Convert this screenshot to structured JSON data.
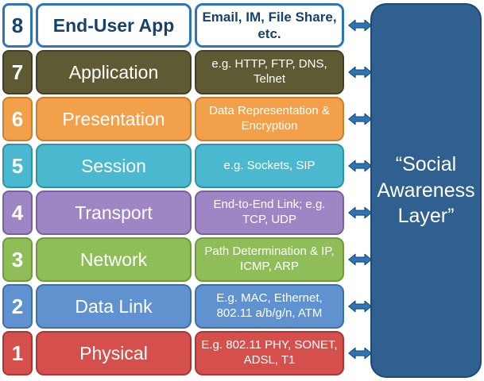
{
  "diagram": {
    "arrow_color": "#2e75b6",
    "right_panel": {
      "label": "“Social Awareness Layer”",
      "fill": "#30608f",
      "border": "#1d4a75",
      "text_color": "#ffffff"
    },
    "rows": [
      {
        "number": "8",
        "name": "End-User App",
        "description": "Email, IM, File Share, etc.",
        "fill": "#ffffff",
        "border": "#2e75b6",
        "text_color": "#17426b"
      },
      {
        "number": "7",
        "name": "Application",
        "description": "e.g. HTTP, FTP, DNS, Telnet",
        "fill": "#5e5a33",
        "border": "#43402a",
        "text_color": "#ffffff"
      },
      {
        "number": "6",
        "name": "Presentation",
        "description": "Data Representation & Encryption",
        "fill": "#f3a04b",
        "border": "#c97f2f",
        "text_color": "#ffffff"
      },
      {
        "number": "5",
        "name": "Session",
        "description": "e.g. Sockets, SIP",
        "fill": "#4ab8ce",
        "border": "#2f93a8",
        "text_color": "#ffffff"
      },
      {
        "number": "4",
        "name": "Transport",
        "description": "End-to-End Link; e.g. TCP, UDP",
        "fill": "#9e85c4",
        "border": "#7a60a2",
        "text_color": "#ffffff"
      },
      {
        "number": "3",
        "name": "Network",
        "description": "Path Determination & IP, ICMP, ARP",
        "fill": "#8fbe59",
        "border": "#6f9a40",
        "text_color": "#ffffff"
      },
      {
        "number": "2",
        "name": "Data Link",
        "description": "E.g. MAC, Ethernet, 802.11 a/b/g/n, ATM",
        "fill": "#5f92cf",
        "border": "#3f6fa8",
        "text_color": "#ffffff"
      },
      {
        "number": "1",
        "name": "Physical",
        "description": "E.g. 802.11 PHY, SONET, ADSL, T1",
        "fill": "#d5504c",
        "border": "#a93733",
        "text_color": "#ffffff"
      }
    ]
  }
}
